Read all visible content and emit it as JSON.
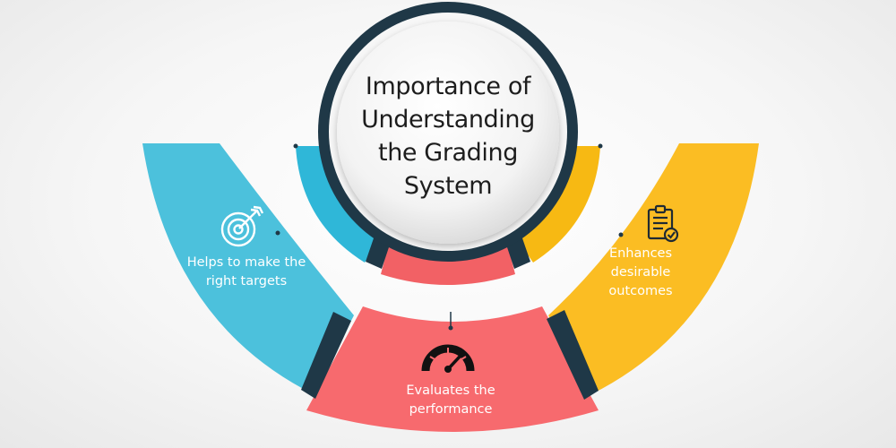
{
  "title": "Importance of Understanding the Grading System",
  "segments": {
    "left": {
      "label": "Helps to make the right targets",
      "icon": "target-icon",
      "color": "#4cc1dc"
    },
    "right": {
      "label": "Enhances desirable outcomes",
      "icon": "clipboard-check-icon",
      "color": "#fbbd23"
    },
    "bottom": {
      "label": "Evaluates the performance",
      "icon": "gauge-icon",
      "color": "#f76a6e"
    }
  },
  "colors": {
    "ring": "#1f3847",
    "inner_cyan": "#2fb7d8",
    "inner_yellow": "#f7b913",
    "inner_red": "#f26165"
  }
}
